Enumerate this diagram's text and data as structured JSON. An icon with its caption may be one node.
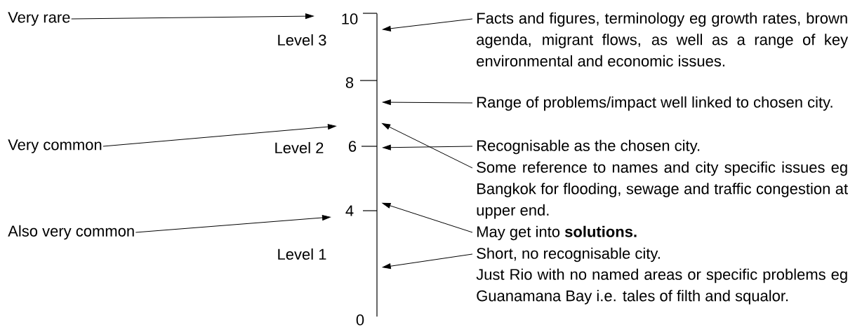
{
  "diagram": {
    "nodes": [
      {
        "text": [
          "Very rare"
        ]
      },
      {
        "text": [
          "Very common"
        ]
      },
      {
        "text": [
          "Also very common"
        ]
      },
      {
        "text": [],
        "shape": "line"
      },
      {
        "text": [
          "Facts and figures, terminology eg growth rates, brown agenda, migrant flows, as well as a range of key environmental and economic issues."
        ]
      },
      {
        "text": [
          "Range of problems/impact well linked to chosen city."
        ]
      },
      {
        "text": [
          "Recognisable as the chosen city."
        ]
      },
      {
        "text": [
          "Some reference to names and city specific issues eg Bangkok for flooding, sewage and traffic congestion at upper end."
        ]
      },
      {
        "text": [
          "May get into **solutions.**"
        ]
      },
      {
        "text": [
          "Short, no recognisable city."
        ]
      },
      {
        "text": [
          "Just Rio with no named areas or specific problems eg Guanamana Bay i.e. tales of filth and squalor."
        ]
      }
    ],
    "edges": [
      {
        "from": 0,
        "to": null,
        "arrow": "to"
      },
      {
        "from": 1,
        "to": null,
        "arrow": "to"
      },
      {
        "from": 2,
        "to": null,
        "arrow": "to"
      },
      {
        "from": 4,
        "to": 3,
        "arrow": "to"
      },
      {
        "from": 5,
        "to": 3,
        "arrow": "to"
      },
      {
        "from": 6,
        "to": 3,
        "arrow": "to"
      },
      {
        "from": 7,
        "to": 3,
        "arrow": "to"
      },
      {
        "from": 8,
        "to": 3,
        "arrow": "to"
      },
      {
        "from": 9,
        "to": 3,
        "arrow": "to"
      }
    ],
    "labels": [
      "10",
      "Level 3",
      "8",
      "Level 2",
      "6",
      "4",
      "Level 1",
      "0"
    ]
  }
}
